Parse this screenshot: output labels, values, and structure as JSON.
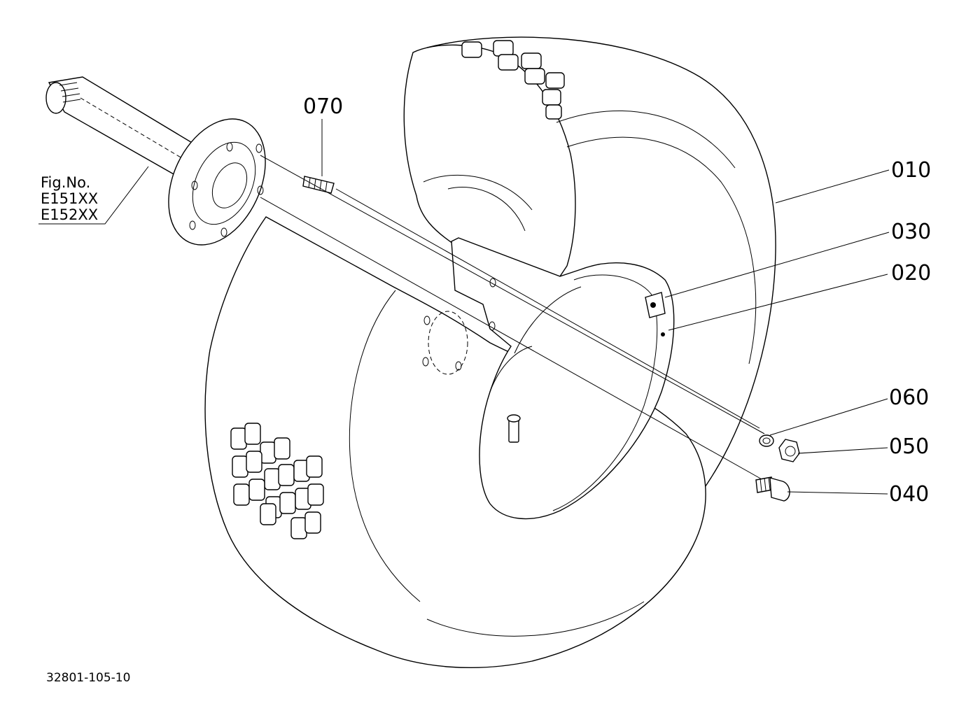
{
  "figure": {
    "ref_labels": [
      "Fig.No.",
      "E151XX",
      "E152XX"
    ],
    "drawing_number": "32801-105-10"
  },
  "callouts": [
    {
      "id": "070",
      "text": "070"
    },
    {
      "id": "010",
      "text": "010"
    },
    {
      "id": "030",
      "text": "030"
    },
    {
      "id": "020",
      "text": "020"
    },
    {
      "id": "060",
      "text": "060"
    },
    {
      "id": "050",
      "text": "050"
    },
    {
      "id": "040",
      "text": "040"
    }
  ]
}
